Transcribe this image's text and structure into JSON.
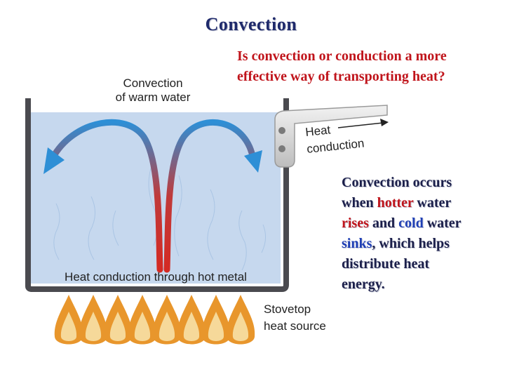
{
  "slide": {
    "title": "Convection",
    "question_lines": [
      "Is convection or conduction a more",
      "effective way of transporting heat?"
    ]
  },
  "explanation": {
    "parts": [
      {
        "text": "Convection occurs",
        "style": "normal"
      },
      {
        "text": "when ",
        "style": "normal"
      },
      {
        "text": "hotter",
        "style": "hot"
      },
      {
        "text": " water",
        "style": "normal"
      },
      {
        "text": "rises",
        "style": "hot"
      },
      {
        "text": " and ",
        "style": "normal"
      },
      {
        "text": "cold",
        "style": "cold"
      },
      {
        "text": " water",
        "style": "normal"
      },
      {
        "text": "sinks",
        "style": "cold"
      },
      {
        "text": ", which helps",
        "style": "normal"
      },
      {
        "text": "distribute heat",
        "style": "normal"
      },
      {
        "text": "energy.",
        "style": "normal"
      }
    ]
  },
  "diagram": {
    "label_convection_line1": "Convection",
    "label_convection_line2": "of warm water",
    "label_heat": "Heat",
    "label_conduction": "conduction",
    "label_hot_metal": "Heat conduction through hot metal",
    "label_stovetop_line1": "Stovetop",
    "label_stovetop_line2": "heat source",
    "colors": {
      "water": "#c6d8ee",
      "hot": "#d42a23",
      "cold": "#2e8fd6",
      "pot": "#4a4a4f",
      "flame_outer": "#e8962c",
      "flame_inner": "#f6d99a"
    }
  }
}
